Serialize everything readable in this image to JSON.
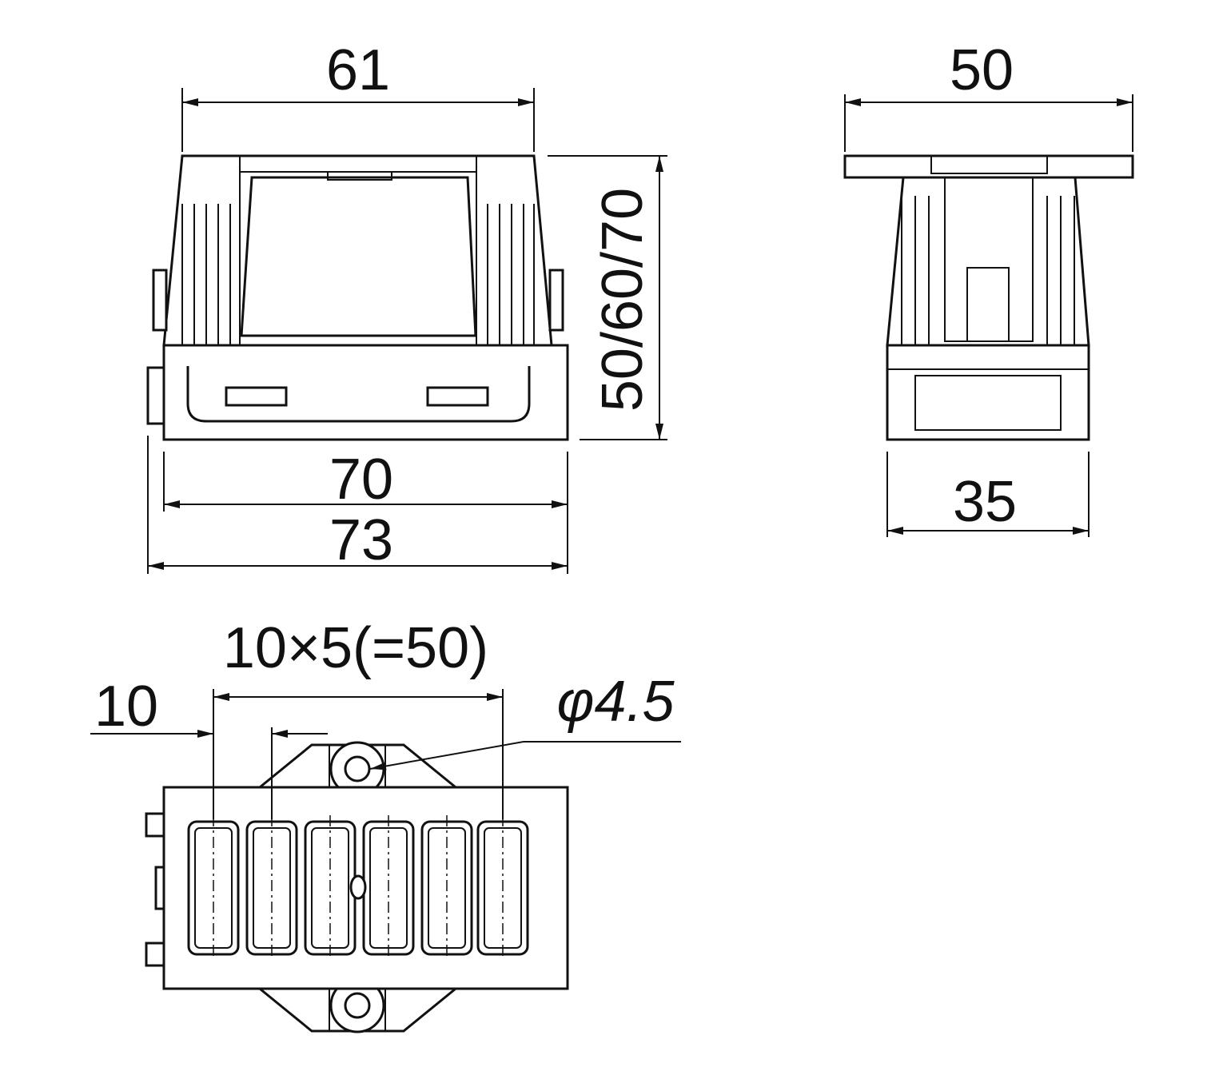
{
  "front_view": {
    "width_top": "61",
    "height_options": "50/60/70",
    "width_base": "70",
    "width_overall": "73"
  },
  "side_view": {
    "width_flange": "50",
    "width_base": "35"
  },
  "bottom_view": {
    "pitch_total": "10×5(=50)",
    "pitch": "10",
    "hole_diameter": "φ4.5"
  }
}
